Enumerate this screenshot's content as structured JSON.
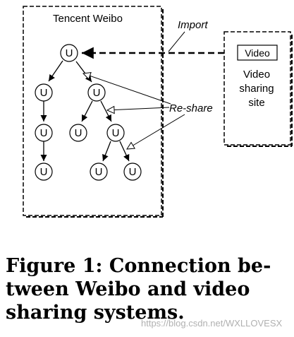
{
  "diagram": {
    "weibo_box_title": "Tencent Weibo",
    "video_site_box": {
      "inner_label": "Video",
      "site_label_lines": [
        "Video",
        "sharing",
        "site"
      ]
    },
    "import_label": "Import",
    "reshare_label": "Re-share",
    "node_label": "U"
  },
  "caption": {
    "lines": [
      "Figure 1: Connection be-",
      "tween Weibo and video",
      "sharing systems."
    ]
  },
  "watermark": "https://blog.csdn.net/WXLLOVESX"
}
